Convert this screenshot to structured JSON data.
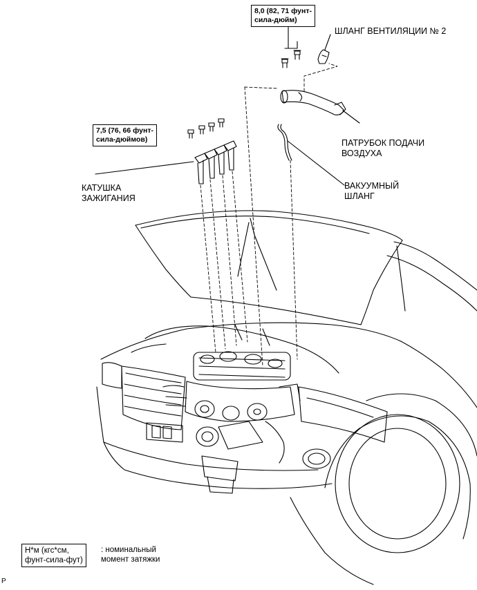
{
  "torque_specs": {
    "throttle_bolts": {
      "line1": "8,0 (82, 71 фунт-",
      "line2": "сила-дюйм)"
    },
    "coil_bolts": {
      "line1": "7,5 (76, 66 фунт-",
      "line2": "сила-дюймов)"
    }
  },
  "callouts": {
    "vent_hose": "ШЛАНГ ВЕНТИЛЯЦИИ № 2",
    "air_intake": {
      "line1": "ПАТРУБОК ПОДАЧИ",
      "line2": "ВОЗДУХА"
    },
    "vacuum_hose": {
      "line1": "ВАКУУМНЫЙ",
      "line2": "ШЛАНГ"
    },
    "ignition_coil": {
      "line1": "КАТУШКА",
      "line2": "ЗАЖИГАНИЯ"
    }
  },
  "legend": {
    "unit_line1": "Н*м (кгс*см,",
    "unit_line2": "фунт-сила-фут)",
    "desc_line1": ": номинальный",
    "desc_line2": "момент затяжки"
  },
  "footer": {
    "code": "P"
  }
}
